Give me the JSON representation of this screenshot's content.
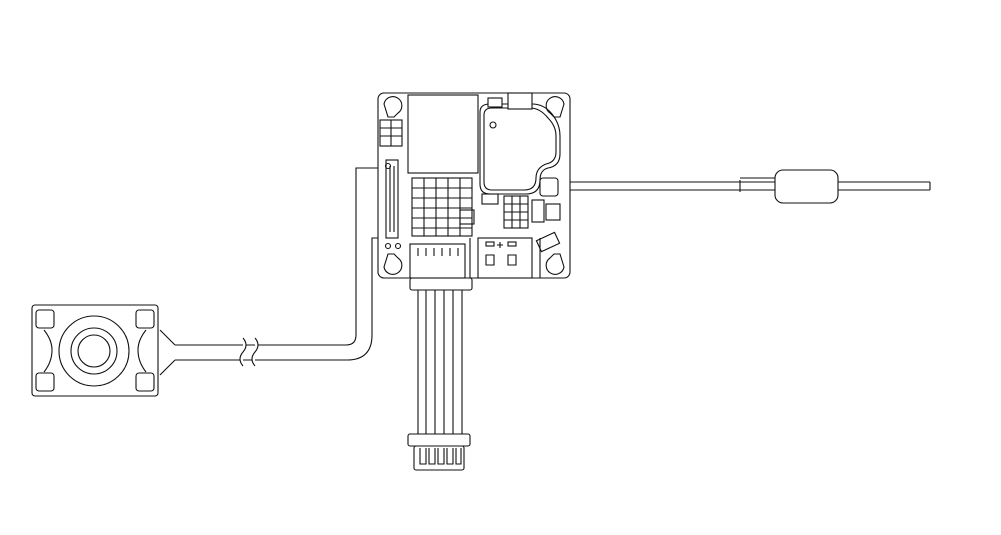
{
  "diagram": {
    "stroke_color": "#111111",
    "background_color": "#ffffff",
    "components": [
      "camera-module",
      "flex-cable",
      "main-board",
      "antenna-cable",
      "ferrite-bead",
      "ribbon-cable",
      "connector"
    ]
  }
}
